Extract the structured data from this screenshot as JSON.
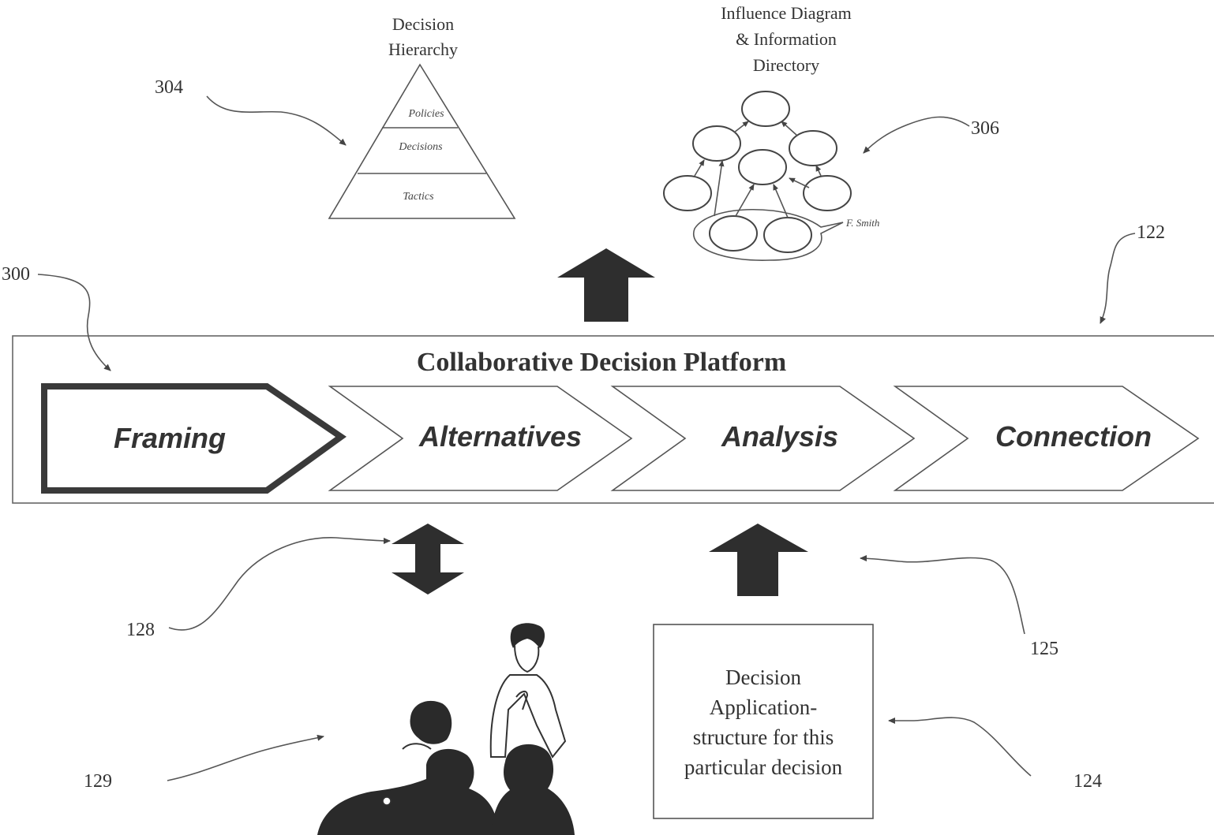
{
  "platform": {
    "title": "Collaborative Decision Platform",
    "stages": [
      "Framing",
      "Alternatives",
      "Analysis",
      "Connection"
    ]
  },
  "decision_hierarchy": {
    "title_line1": "Decision",
    "title_line2": "Hierarchy",
    "levels": [
      "Policies",
      "Decisions",
      "Tactics"
    ]
  },
  "influence_diagram": {
    "title_line1": "Influence Diagram",
    "title_line2": "& Information",
    "title_line3": "Directory",
    "owner_label": "F. Smith"
  },
  "decision_application": {
    "line1": "Decision",
    "line2": "Application-",
    "line3": "structure for this",
    "line4": "particular decision"
  },
  "reference_numerals": {
    "r300": "300",
    "r304": "304",
    "r306": "306",
    "r122": "122",
    "r128": "128",
    "r125": "125",
    "r129": "129",
    "r124": "124"
  }
}
